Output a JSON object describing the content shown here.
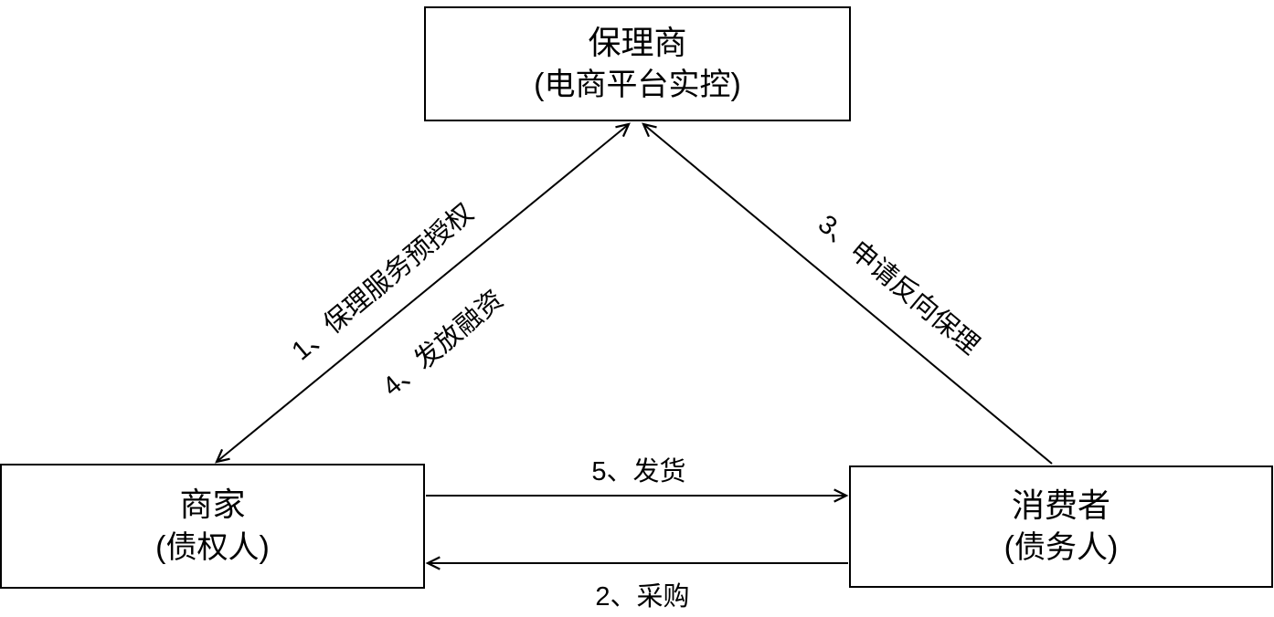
{
  "diagram": {
    "title": "reverse-factoring-ecommerce-flow",
    "nodes": {
      "factor": {
        "line1": "保理商",
        "line2": "(电商平台实控)"
      },
      "merchant": {
        "line1": "商家",
        "line2": "(债权人)"
      },
      "consumer": {
        "line1": "消费者",
        "line2": "(债务人)"
      }
    },
    "edges": {
      "preauth": "1、保理服务预授权",
      "purchase": "2、采购",
      "reverse": "3、申请反向保理",
      "financing": "4、发放融资",
      "shipping": "5、发货"
    },
    "colors": {
      "line": "#000000",
      "box_border": "#000000",
      "box_bg": "#ffffff",
      "text": "#000000"
    }
  }
}
